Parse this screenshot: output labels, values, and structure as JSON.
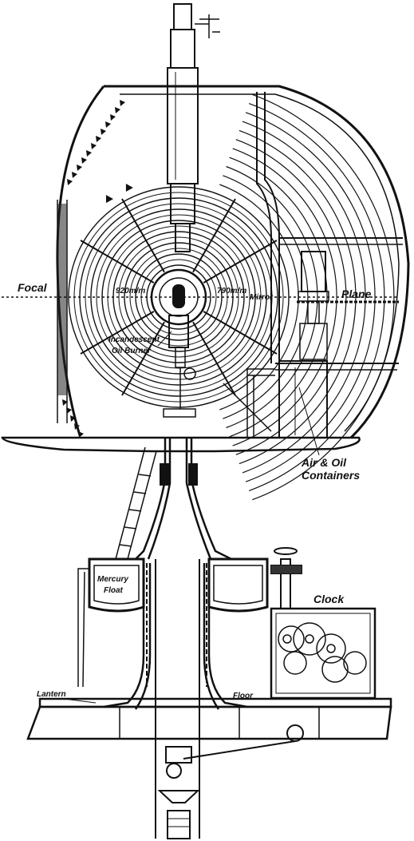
{
  "labels": {
    "focal": "Focal",
    "plane": "Plane",
    "dim_left": "920m/m",
    "dim_right": "790m/m",
    "mirror": "Mirror",
    "burner_line1": "Incandescent",
    "burner_line2": "Oil Burner",
    "containers_line1": "Air & Oil",
    "containers_line2": "Containers",
    "float_line1": "Mercury",
    "float_line2": "Float",
    "clock": "Clock",
    "lantern": "Lantern",
    "floor": "Floor"
  },
  "colors": {
    "ink": "#111111",
    "paper": "#ffffff"
  }
}
